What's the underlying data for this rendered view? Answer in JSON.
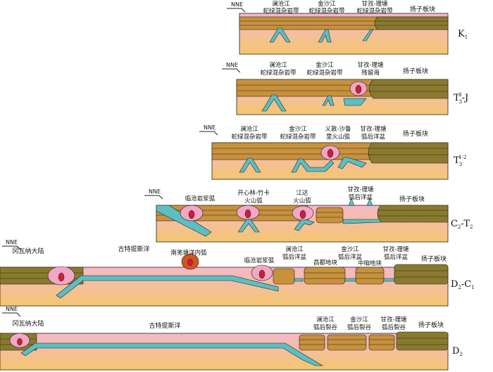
{
  "direction": "NNE",
  "colors": {
    "strata_brown": "#c8913c",
    "block_olive": "#8a7a2e",
    "mantle_top": "#f5b8c8",
    "mantle_bottom": "#f4c66e",
    "oceanic_slab": "#5bbfc3",
    "arc_pink": "#f2a7c6",
    "arc_core": "#c81e3a",
    "outline": "#222222"
  },
  "panels": [
    {
      "stage": {
        "main": "K",
        "sub": "1",
        "sup": ""
      },
      "labels": [
        {
          "l1": "澜沧江",
          "l2": "蛇绿混杂岩带"
        },
        {
          "l1": "金沙江",
          "l2": "蛇绿混杂岩带"
        },
        {
          "l1": "甘孜-理塘",
          "l2": "蛇绿混杂岩带"
        },
        {
          "l1": "扬子板块",
          "l2": ""
        }
      ]
    },
    {
      "stage": {
        "main": "T",
        "sub": "3",
        "sup": "3",
        "tail": "-J"
      },
      "labels": [
        {
          "l1": "澜沧江",
          "l2": "蛇绿混杂岩带"
        },
        {
          "l1": "金沙江",
          "l2": "蛇绿混杂岩带"
        },
        {
          "l1": "甘孜-理塘",
          "l2": "残留海"
        },
        {
          "l1": "扬子板块",
          "l2": ""
        }
      ]
    },
    {
      "stage": {
        "main": "T",
        "sub": "3",
        "sup": "1-2"
      },
      "labels": [
        {
          "l1": "澜沧江",
          "l2": "蛇绿混杂岩带"
        },
        {
          "l1": "金沙江",
          "l2": "蛇绿混杂岩带"
        },
        {
          "l1": "义敦-沙鲁",
          "l2": "里火山弧"
        },
        {
          "l1": "甘孜-理塘",
          "l2": "弧后洋盆"
        },
        {
          "l1": "扬子板块",
          "l2": ""
        }
      ]
    },
    {
      "stage": {
        "main": "C",
        "sub": "2",
        "tail": "-T",
        "sub2": "2"
      },
      "labels": [
        {
          "l1": "临沧岩浆弧",
          "l2": ""
        },
        {
          "l1": "开心林-竹卡",
          "l2": "火山弧"
        },
        {
          "l1": "江达",
          "l2": "火山弧"
        },
        {
          "l1": "甘孜-理塘",
          "l2": "弧后洋盆"
        },
        {
          "l1": "扬子板块",
          "l2": ""
        }
      ]
    },
    {
      "stage": {
        "main": "D",
        "sub": "2",
        "tail": "-C",
        "sub2": "1"
      },
      "labels": [
        {
          "l1": "冈瓦纳大陆",
          "l2": ""
        },
        {
          "l1": "古特提斯洋",
          "l2": ""
        },
        {
          "l1": "南羌塘洋内弧",
          "l2": ""
        },
        {
          "l1": "临沧岩浆弧",
          "l2": ""
        },
        {
          "l1": "澜沧江",
          "l2": "弧后洋盆"
        },
        {
          "l1": "昌都地块",
          "l2": ""
        },
        {
          "l1": "金沙江",
          "l2": "弧后洋盆"
        },
        {
          "l1": "中咱地块",
          "l2": ""
        },
        {
          "l1": "甘孜-理塘",
          "l2": "弧后洋盆"
        },
        {
          "l1": "扬子板块",
          "l2": ""
        }
      ]
    },
    {
      "stage": {
        "main": "D",
        "sub": "2"
      },
      "labels": [
        {
          "l1": "冈瓦纳大陆",
          "l2": ""
        },
        {
          "l1": "古特提斯洋",
          "l2": ""
        },
        {
          "l1": "澜沧江",
          "l2": "弧后裂谷"
        },
        {
          "l1": "金沙江",
          "l2": "弧后裂谷"
        },
        {
          "l1": "甘孜-理塘",
          "l2": "弧后裂谷"
        },
        {
          "l1": "扬子板块",
          "l2": ""
        }
      ]
    }
  ]
}
